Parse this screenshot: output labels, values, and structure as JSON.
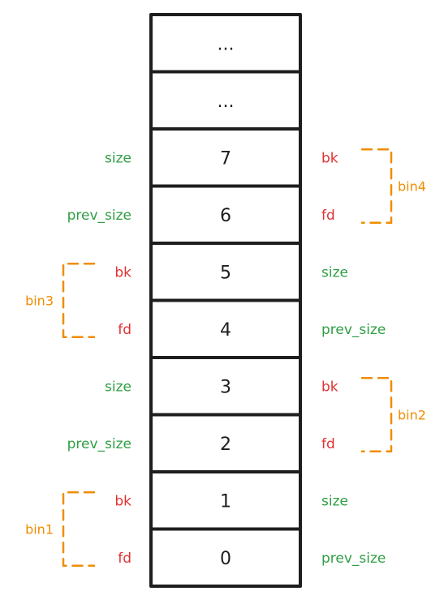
{
  "colors": {
    "green": "#2f9e44",
    "red": "#e03131",
    "orange": "#f08c00",
    "stroke": "#1e1e1e"
  },
  "cells": [
    "...",
    "...",
    "7",
    "6",
    "5",
    "4",
    "3",
    "2",
    "1",
    "0"
  ],
  "left_labels": [
    {
      "row": 2,
      "text": "size",
      "color": "green"
    },
    {
      "row": 3,
      "text": "prev_size",
      "color": "green"
    },
    {
      "row": 4,
      "text": "bk",
      "color": "red"
    },
    {
      "row": 5,
      "text": "fd",
      "color": "red"
    },
    {
      "row": 6,
      "text": "size",
      "color": "green"
    },
    {
      "row": 7,
      "text": "prev_size",
      "color": "green"
    },
    {
      "row": 8,
      "text": "bk",
      "color": "red"
    },
    {
      "row": 9,
      "text": "fd",
      "color": "red"
    }
  ],
  "right_labels": [
    {
      "row": 2,
      "text": "bk",
      "color": "red"
    },
    {
      "row": 3,
      "text": "fd",
      "color": "red"
    },
    {
      "row": 4,
      "text": "size",
      "color": "green"
    },
    {
      "row": 5,
      "text": "prev_size",
      "color": "green"
    },
    {
      "row": 6,
      "text": "bk",
      "color": "red"
    },
    {
      "row": 7,
      "text": "fd",
      "color": "red"
    },
    {
      "row": 8,
      "text": "size",
      "color": "green"
    },
    {
      "row": 9,
      "text": "prev_size",
      "color": "green"
    }
  ],
  "bins": [
    {
      "name": "bin4",
      "side": "right",
      "rows": [
        2,
        3
      ]
    },
    {
      "name": "bin3",
      "side": "left",
      "rows": [
        4,
        5
      ]
    },
    {
      "name": "bin2",
      "side": "right",
      "rows": [
        6,
        7
      ]
    },
    {
      "name": "bin1",
      "side": "left",
      "rows": [
        8,
        9
      ]
    }
  ]
}
